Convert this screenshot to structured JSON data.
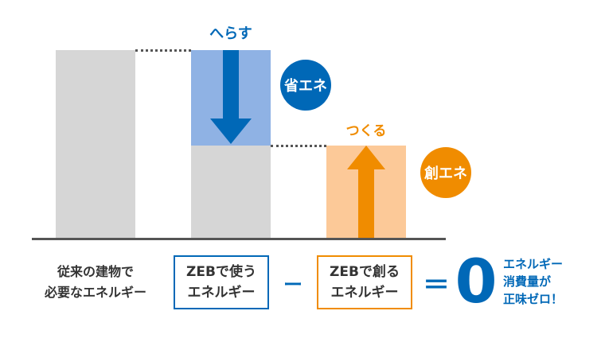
{
  "diagram": {
    "reduce_label": "へらす",
    "create_label": "つくる",
    "reduce_badge": "省エネ",
    "create_badge": "創エネ"
  },
  "equation": {
    "conventional": [
      "従来の建物で",
      "必要なエネルギー"
    ],
    "zeb_use": [
      "ZEBで使う",
      "エネルギー"
    ],
    "minus": "ー",
    "zeb_create": [
      "ZEBで創る",
      "エネルギー"
    ],
    "equals": "＝",
    "zero": "0",
    "result": [
      "エネルギー",
      "消費量が",
      "正味ゼロ！"
    ]
  },
  "colors": {
    "blue": "#0068b7",
    "light_blue": "#8fb2e4",
    "orange": "#f08c00",
    "light_orange": "#fcc998",
    "gray": "#d6d6d6"
  }
}
